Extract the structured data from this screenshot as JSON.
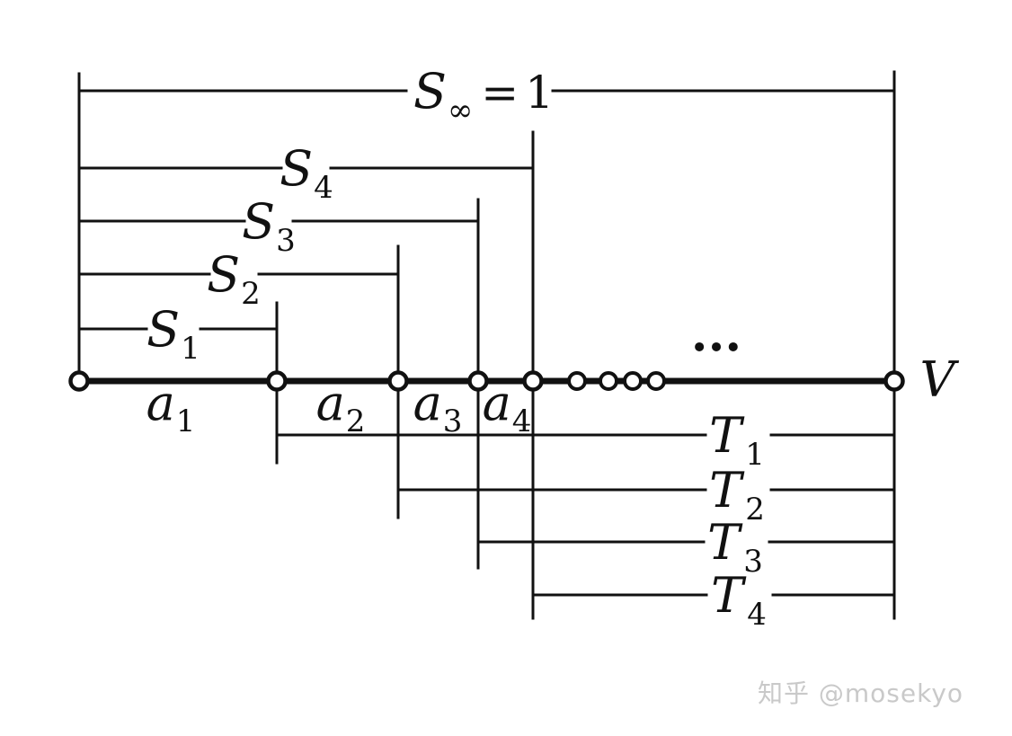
{
  "figure": {
    "background_color": "#ffffff",
    "line_color": "#111111",
    "description_labels_only": true
  },
  "labels": {
    "s_infinity": {
      "base": "S",
      "sub": "∞",
      "equals": "=",
      "value": "1"
    },
    "s_terms": [
      {
        "base": "S",
        "sub": "1"
      },
      {
        "base": "S",
        "sub": "2"
      },
      {
        "base": "S",
        "sub": "3"
      },
      {
        "base": "S",
        "sub": "4"
      }
    ],
    "a_terms": [
      {
        "base": "a",
        "sub": "1"
      },
      {
        "base": "a",
        "sub": "2"
      },
      {
        "base": "a",
        "sub": "3"
      },
      {
        "base": "a",
        "sub": "4"
      }
    ],
    "t_terms": [
      {
        "base": "T",
        "sub": "1"
      },
      {
        "base": "T",
        "sub": "2"
      },
      {
        "base": "T",
        "sub": "3"
      },
      {
        "base": "T",
        "sub": "4"
      }
    ],
    "endpoint": "V",
    "ellipsis": "···"
  },
  "watermark": {
    "text": "知乎 @mosekyo",
    "color": "#c9c9c9"
  }
}
